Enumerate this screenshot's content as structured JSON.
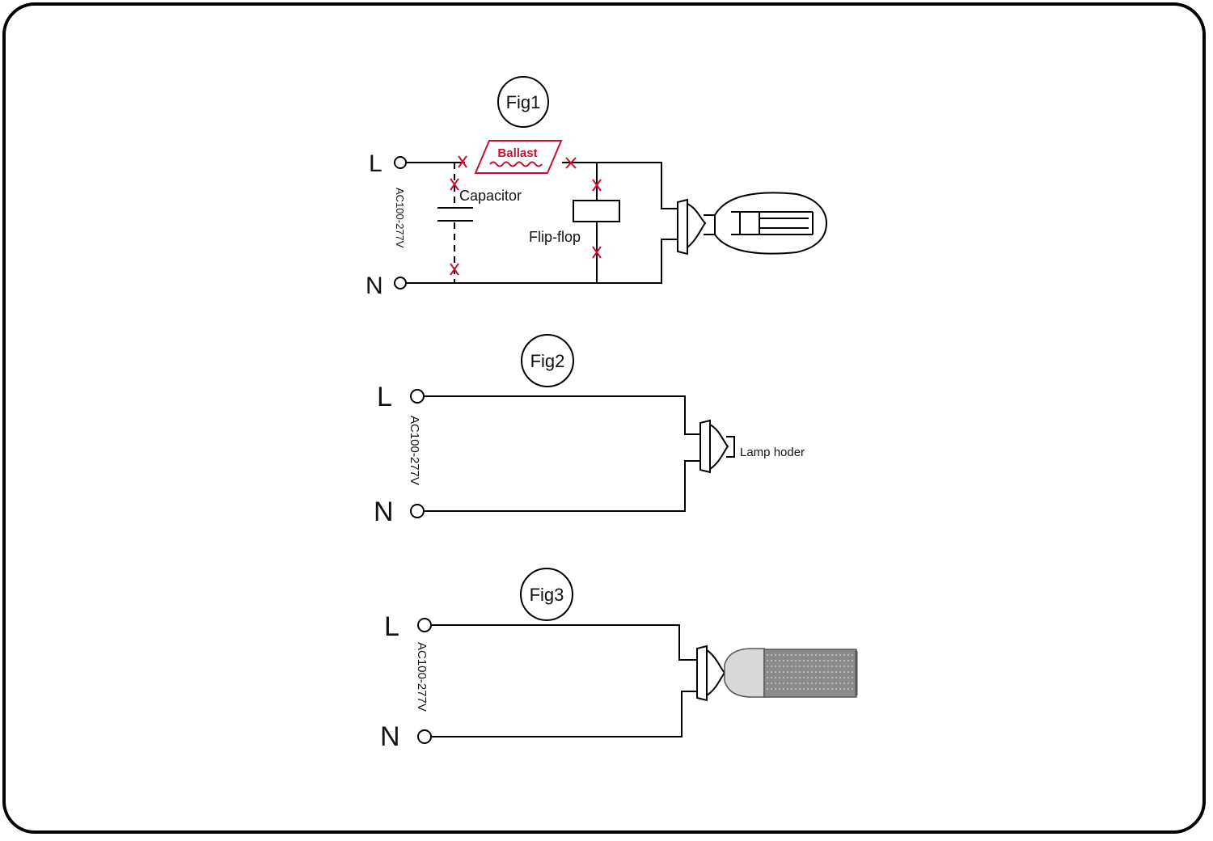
{
  "figures": [
    {
      "id": "Fig1",
      "title": "Fig1",
      "line_label": "L",
      "neutral_label": "N",
      "voltage": "AC100-277V",
      "components": {
        "ballast": "Ballast",
        "capacitor": "Capacitor",
        "flipflop": "Flip-flop"
      }
    },
    {
      "id": "Fig2",
      "title": "Fig2",
      "line_label": "L",
      "neutral_label": "N",
      "voltage": "AC100-277V",
      "components": {
        "lamp_holder": "Lamp hoder"
      }
    },
    {
      "id": "Fig3",
      "title": "Fig3",
      "line_label": "L",
      "neutral_label": "N",
      "voltage": "AC100-277V"
    }
  ],
  "colors": {
    "cut_mark": "#c8102e",
    "line": "#000000"
  }
}
